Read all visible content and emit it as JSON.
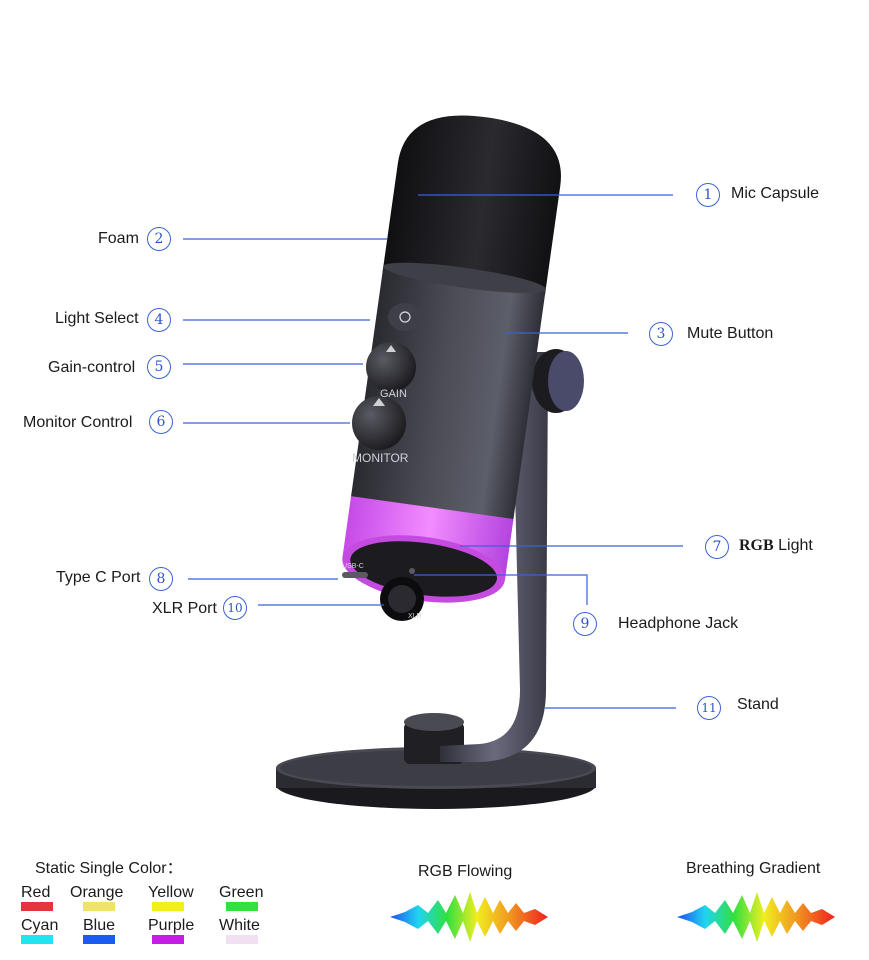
{
  "callouts": [
    {
      "num": "1",
      "text": "Mic Capsule"
    },
    {
      "num": "2",
      "text": "Foam"
    },
    {
      "num": "3",
      "text": "Mute Button"
    },
    {
      "num": "4",
      "text": "Light Select"
    },
    {
      "num": "5",
      "text": "Gain-control"
    },
    {
      "num": "6",
      "text": "Monitor Control"
    },
    {
      "num": "7",
      "text_bold": "RGB",
      "text": " Light"
    },
    {
      "num": "8",
      "text": "Type C  Port"
    },
    {
      "num": "9",
      "text": "Headphone Jack"
    },
    {
      "num": "10",
      "text": "XLR Port"
    },
    {
      "num": "11",
      "text": "Stand"
    }
  ],
  "mic_labels": {
    "gain": "GAIN",
    "monitor": "MONITOR",
    "usb": "USB-C",
    "xlr": "XLR"
  },
  "static_colors": {
    "title": "Static Single Color：",
    "items": [
      {
        "name": "Red",
        "color": "#e8323c"
      },
      {
        "name": "Orange",
        "color": "#efe36a"
      },
      {
        "name": "Yellow",
        "color": "#f3ee22"
      },
      {
        "name": "Green",
        "color": "#2fe23c"
      },
      {
        "name": "Cyan",
        "color": "#20e5ee"
      },
      {
        "name": "Blue",
        "color": "#1a5cf0"
      },
      {
        "name": "Purple",
        "color": "#c51ce6"
      },
      {
        "name": "White",
        "color": "#f1dff2"
      }
    ]
  },
  "modes": {
    "flowing": "RGB Flowing",
    "breathing": "Breathing Gradient"
  },
  "colors": {
    "accent": "#3b62d6",
    "glow": "#d84fe9"
  }
}
